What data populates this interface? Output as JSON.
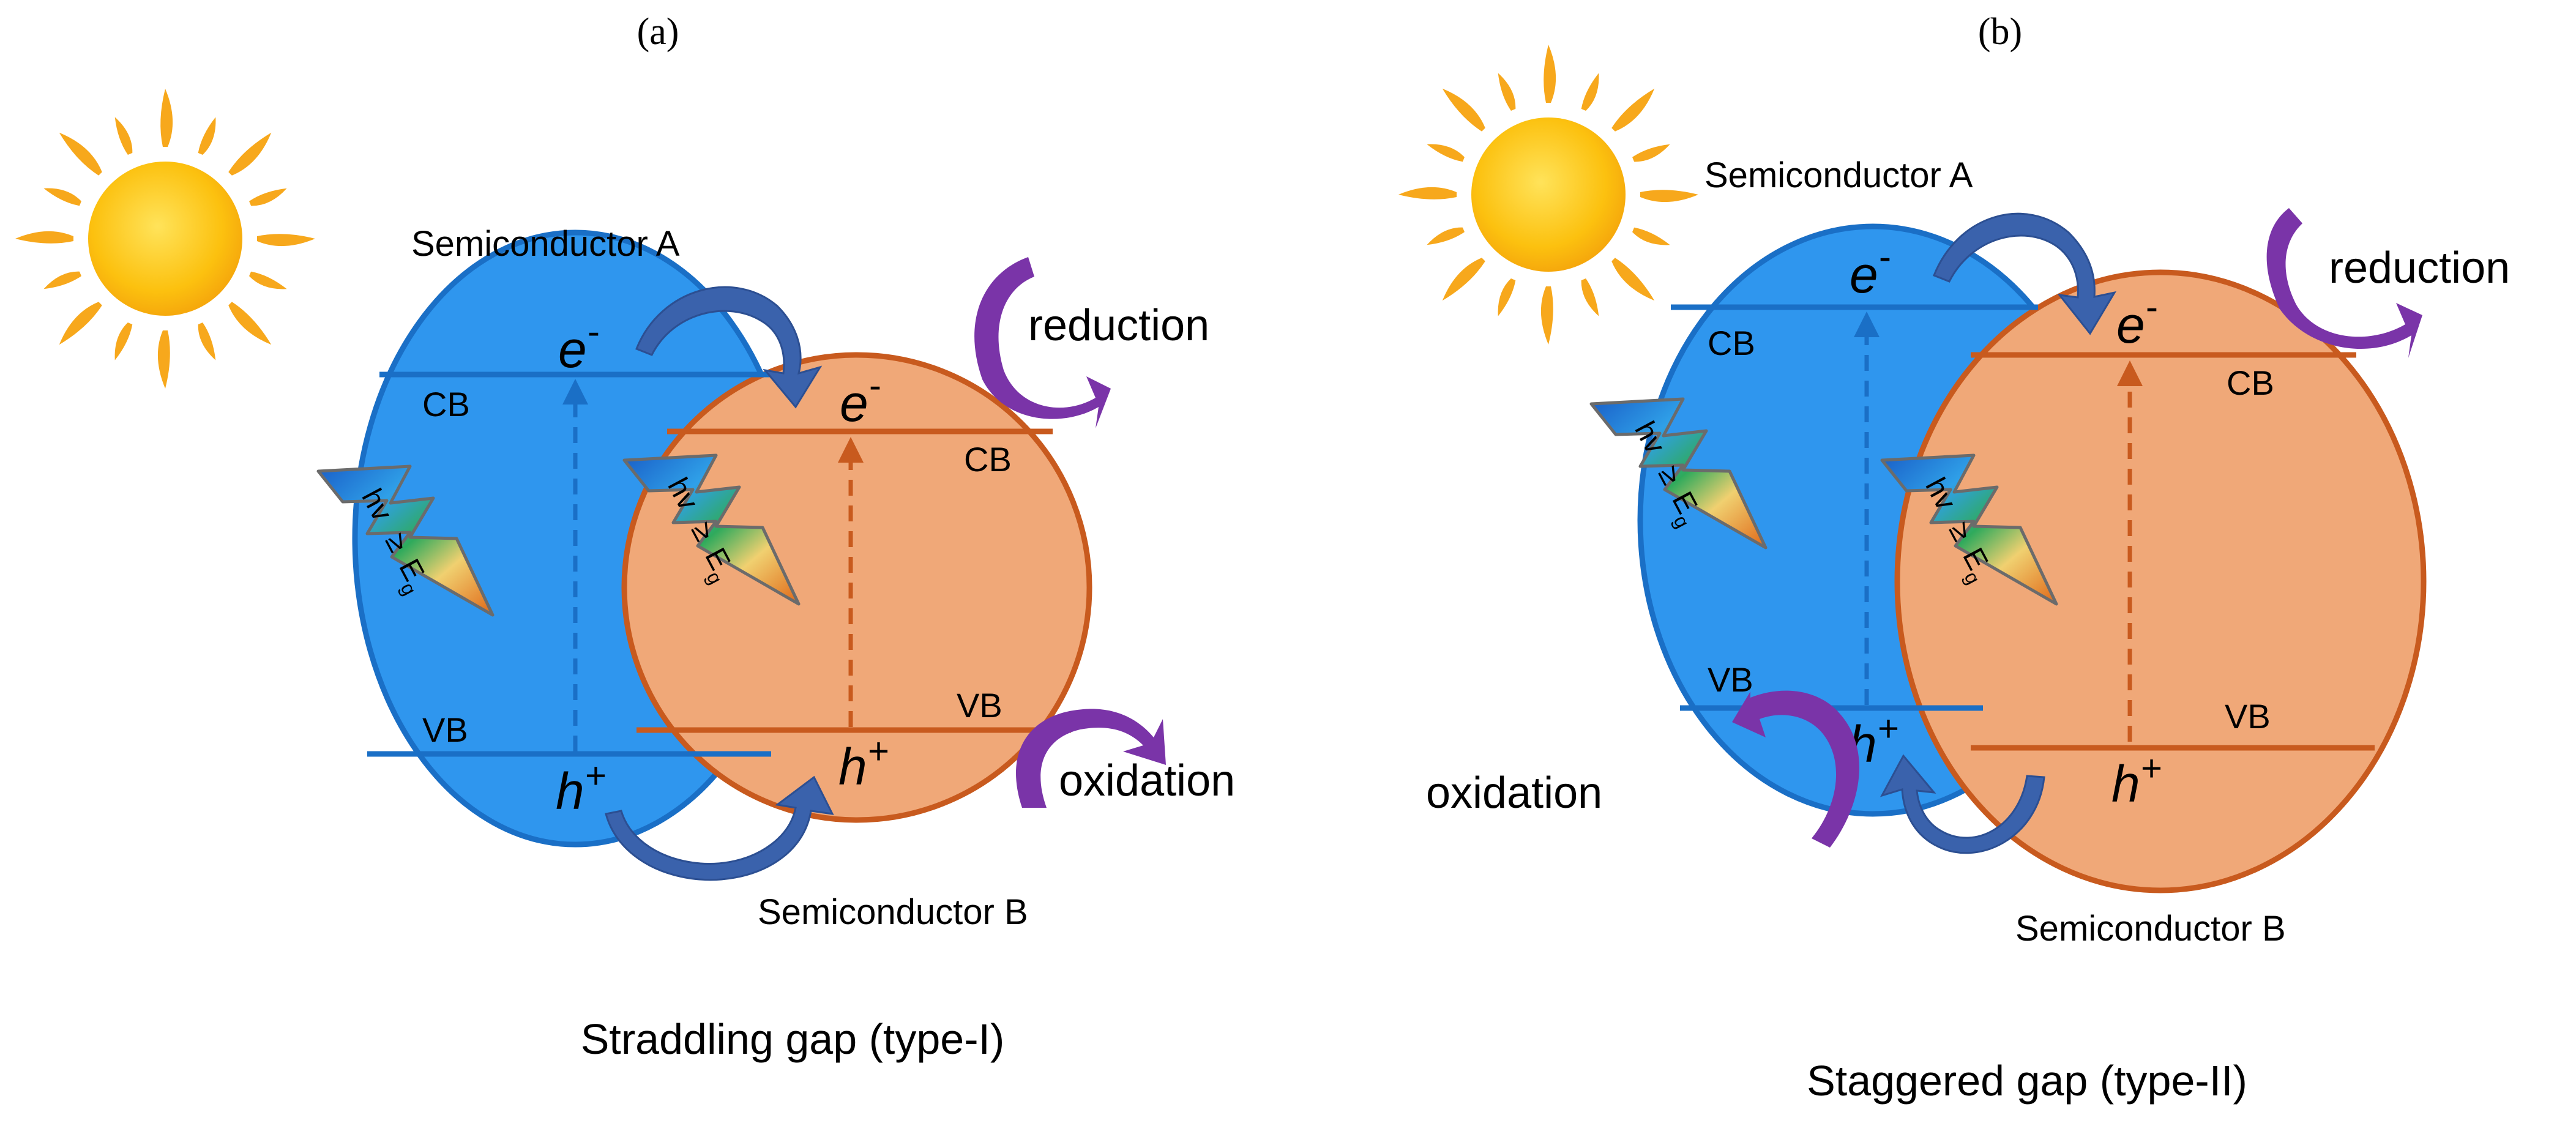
{
  "colors": {
    "blue_fill": "#2f96ee",
    "blue_stroke": "#1a6fc6",
    "orange_fill": "#f0a878",
    "orange_stroke": "#c85a1e",
    "blue_arrow": "#3a62ac",
    "purple_arrow": "#7a34a8",
    "sun_core": "#fcc10f",
    "sun_ray": "#f7a81c"
  },
  "icons": {
    "sun": "sun-icon",
    "photon": "lightning-bolt-icon",
    "transfer_arrow": "curved-arrow-icon"
  },
  "panels": [
    {
      "tag": "(a)",
      "caption": "Straddling gap (type-I)",
      "semiconductor_a": "Semiconductor A",
      "semiconductor_b": "Semiconductor B",
      "band_a": {
        "cb": "CB",
        "vb": "VB"
      },
      "band_b": {
        "cb": "CB",
        "vb": "VB"
      },
      "electron": {
        "symbol": "e",
        "charge": "-"
      },
      "hole": {
        "symbol": "h",
        "charge": "+"
      },
      "photon_a": {
        "hv": "hv",
        "ge": "≥",
        "e": "E",
        "sub": "g"
      },
      "photon_b": {
        "hv": "hv",
        "ge": "≥",
        "e": "E",
        "sub": "g"
      },
      "reduction": "reduction",
      "oxidation": "oxidation"
    },
    {
      "tag": "(b)",
      "caption": "Staggered gap (type-II)",
      "semiconductor_a": "Semiconductor A",
      "semiconductor_b": "Semiconductor B",
      "band_a": {
        "cb": "CB",
        "vb": "VB"
      },
      "band_b": {
        "cb": "CB",
        "vb": "VB"
      },
      "electron": {
        "symbol": "e",
        "charge": "-"
      },
      "hole": {
        "symbol": "h",
        "charge": "+"
      },
      "photon_a": {
        "hv": "hv",
        "ge": "≥",
        "e": "E",
        "sub": "g"
      },
      "photon_b": {
        "hv": "hv",
        "ge": "≥",
        "e": "E",
        "sub": "g"
      },
      "reduction": "reduction",
      "oxidation": "oxidation"
    }
  ]
}
